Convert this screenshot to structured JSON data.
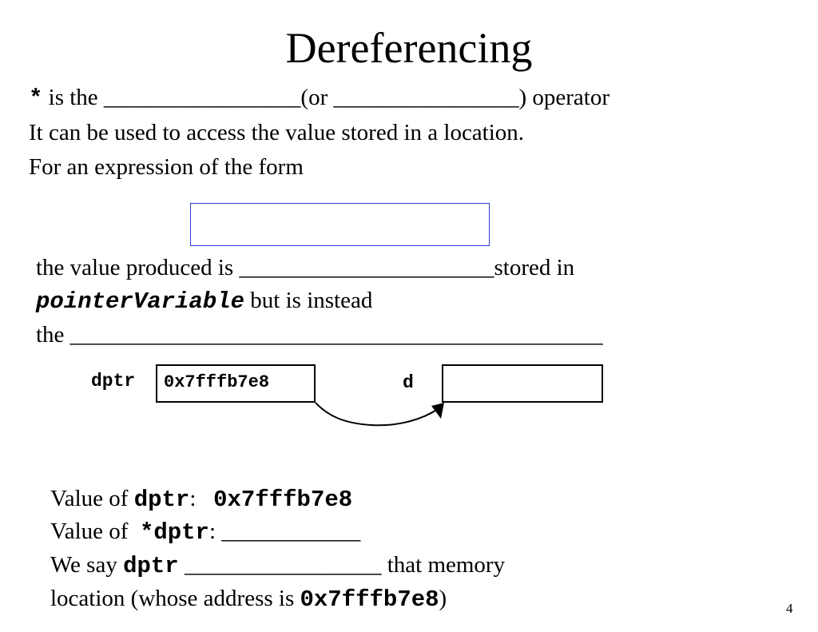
{
  "slide": {
    "title": "Dereferencing",
    "line1": {
      "star": "*",
      "text": " is the _________________(or ________________) operator"
    },
    "line2": "It can be used to access the value stored in a location.",
    "line3": "For an expression of the form",
    "line4": "the value produced is ______________________stored in",
    "line5": {
      "code": "pointerVariable",
      "text": " but is instead"
    },
    "line6": "the ______________________________________________",
    "diagram": {
      "left_label": "dptr",
      "left_value": "0x7fffb7e8",
      "right_label": "d",
      "right_value": ""
    },
    "value_dptr": {
      "prefix": "Value of ",
      "code": "dptr",
      "colon": ":   ",
      "value": "0x7fffb7e8"
    },
    "value_star_dptr": {
      "prefix": "Value of  ",
      "code": "*dptr",
      "suffix": ": ____________"
    },
    "we_say": {
      "prefix": "We say ",
      "code": "dptr",
      "suffix": " _________________ that memory"
    },
    "location": {
      "prefix": "location (whose address is ",
      "code": "0x7fffb7e8",
      "suffix": ")"
    },
    "page_number": "4"
  }
}
